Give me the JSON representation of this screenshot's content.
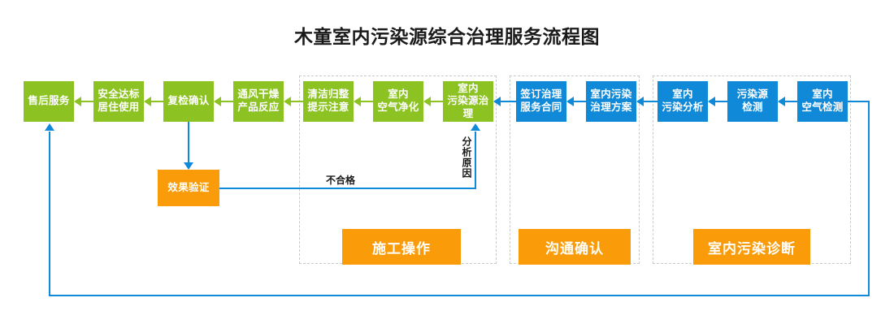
{
  "title": "木童室内污染源综合治理服务流程图",
  "colors": {
    "green": "#8CC322",
    "blue": "#1089D8",
    "orange": "#FA9C09",
    "group_border": "#c9c9c9",
    "text_dark": "#1a1a1a"
  },
  "nodes": [
    {
      "id": "after-sales-service",
      "label_line1": "售后服务",
      "label_line2": "",
      "color": "green"
    },
    {
      "id": "safe-standard-living",
      "label_line1": "安全达标",
      "label_line2": "居住使用",
      "color": "green"
    },
    {
      "id": "recheck-confirm",
      "label_line1": "复检确认",
      "label_line2": "",
      "color": "green"
    },
    {
      "id": "ventilate-dry-react",
      "label_line1": "通风干燥",
      "label_line2": "产品反应",
      "color": "green"
    },
    {
      "id": "clean-tidy-notice",
      "label_line1": "清洁归整",
      "label_line2": "提示注意",
      "color": "green"
    },
    {
      "id": "indoor-air-purify",
      "label_line1": "室内",
      "label_line2": "空气净化",
      "color": "green"
    },
    {
      "id": "indoor-pollution-treat",
      "label_line1": "室内",
      "label_line2": "污染源治理",
      "color": "green"
    },
    {
      "id": "sign-service-contract",
      "label_line1": "签订治理",
      "label_line2": "服务合同",
      "color": "blue"
    },
    {
      "id": "treatment-plan",
      "label_line1": "室内污染",
      "label_line2": "治理方案",
      "color": "blue"
    },
    {
      "id": "pollution-analysis",
      "label_line1": "室内",
      "label_line2": "污染分析",
      "color": "blue"
    },
    {
      "id": "pollution-source-test",
      "label_line1": "污染源",
      "label_line2": "检测",
      "color": "blue"
    },
    {
      "id": "indoor-air-test",
      "label_line1": "室内",
      "label_line2": "空气检测",
      "color": "blue"
    }
  ],
  "effect_node": {
    "id": "effect-verification",
    "label": "效果验证",
    "color": "orange"
  },
  "section_labels": [
    {
      "id": "construction-operation",
      "label": "施工操作"
    },
    {
      "id": "communication-confirm",
      "label": "沟通确认"
    },
    {
      "id": "indoor-pollution-diagnosis",
      "label": "室内污染诊断"
    }
  ],
  "edge_labels": {
    "fail": "不合格",
    "analyze_cause": "分析原因"
  }
}
